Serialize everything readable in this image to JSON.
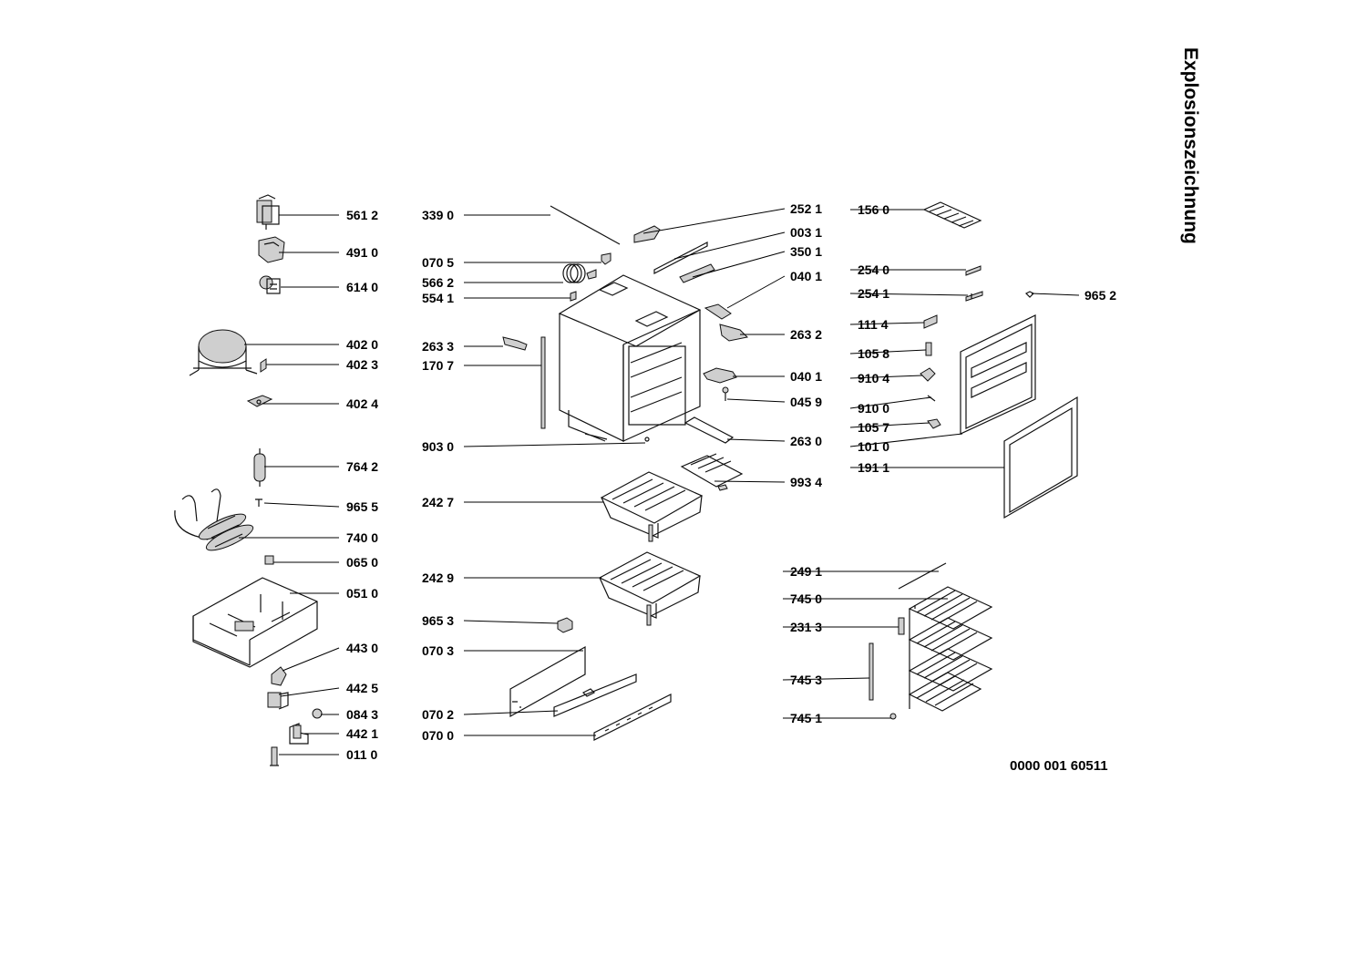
{
  "title": "Explosionszeichnung",
  "document_number": "0000 001 60511",
  "parts": [
    {
      "id": "p-561-2",
      "label": "561 2"
    },
    {
      "id": "p-491-0",
      "label": "491 0"
    },
    {
      "id": "p-614-0",
      "label": "614 0"
    },
    {
      "id": "p-402-0",
      "label": "402 0"
    },
    {
      "id": "p-402-3",
      "label": "402 3"
    },
    {
      "id": "p-402-4",
      "label": "402 4"
    },
    {
      "id": "p-764-2",
      "label": "764 2"
    },
    {
      "id": "p-965-5",
      "label": "965 5"
    },
    {
      "id": "p-740-0",
      "label": "740 0"
    },
    {
      "id": "p-065-0",
      "label": "065 0"
    },
    {
      "id": "p-051-0",
      "label": "051 0"
    },
    {
      "id": "p-443-0",
      "label": "443 0"
    },
    {
      "id": "p-442-5",
      "label": "442 5"
    },
    {
      "id": "p-084-3",
      "label": "084 3"
    },
    {
      "id": "p-442-1",
      "label": "442 1"
    },
    {
      "id": "p-011-0",
      "label": "011 0"
    },
    {
      "id": "p-339-0",
      "label": "339 0"
    },
    {
      "id": "p-070-5",
      "label": "070 5"
    },
    {
      "id": "p-566-2",
      "label": "566 2"
    },
    {
      "id": "p-554-1",
      "label": "554 1"
    },
    {
      "id": "p-263-3",
      "label": "263 3"
    },
    {
      "id": "p-170-7",
      "label": "170 7"
    },
    {
      "id": "p-903-0",
      "label": "903 0"
    },
    {
      "id": "p-242-7",
      "label": "242 7"
    },
    {
      "id": "p-242-9",
      "label": "242 9"
    },
    {
      "id": "p-965-3",
      "label": "965 3"
    },
    {
      "id": "p-070-3",
      "label": "070 3"
    },
    {
      "id": "p-070-2",
      "label": "070 2"
    },
    {
      "id": "p-070-0",
      "label": "070 0"
    },
    {
      "id": "p-252-1",
      "label": "252 1"
    },
    {
      "id": "p-003-1",
      "label": "003 1"
    },
    {
      "id": "p-350-1",
      "label": "350 1"
    },
    {
      "id": "p-040-1a",
      "label": "040 1"
    },
    {
      "id": "p-263-2",
      "label": "263 2"
    },
    {
      "id": "p-040-1b",
      "label": "040 1"
    },
    {
      "id": "p-045-9",
      "label": "045 9"
    },
    {
      "id": "p-263-0",
      "label": "263 0"
    },
    {
      "id": "p-993-4",
      "label": "993 4"
    },
    {
      "id": "p-156-0",
      "label": "156 0"
    },
    {
      "id": "p-254-0",
      "label": "254 0"
    },
    {
      "id": "p-254-1",
      "label": "254 1"
    },
    {
      "id": "p-965-2",
      "label": "965 2"
    },
    {
      "id": "p-111-4",
      "label": "111 4"
    },
    {
      "id": "p-105-8",
      "label": "105 8"
    },
    {
      "id": "p-910-4",
      "label": "910 4"
    },
    {
      "id": "p-910-0",
      "label": "910 0"
    },
    {
      "id": "p-105-7",
      "label": "105 7"
    },
    {
      "id": "p-101-0",
      "label": "101 0"
    },
    {
      "id": "p-191-1",
      "label": "191 1"
    },
    {
      "id": "p-249-1",
      "label": "249 1"
    },
    {
      "id": "p-745-0",
      "label": "745 0"
    },
    {
      "id": "p-231-3",
      "label": "231 3"
    },
    {
      "id": "p-745-3",
      "label": "745 3"
    },
    {
      "id": "p-745-1",
      "label": "745 1"
    }
  ]
}
